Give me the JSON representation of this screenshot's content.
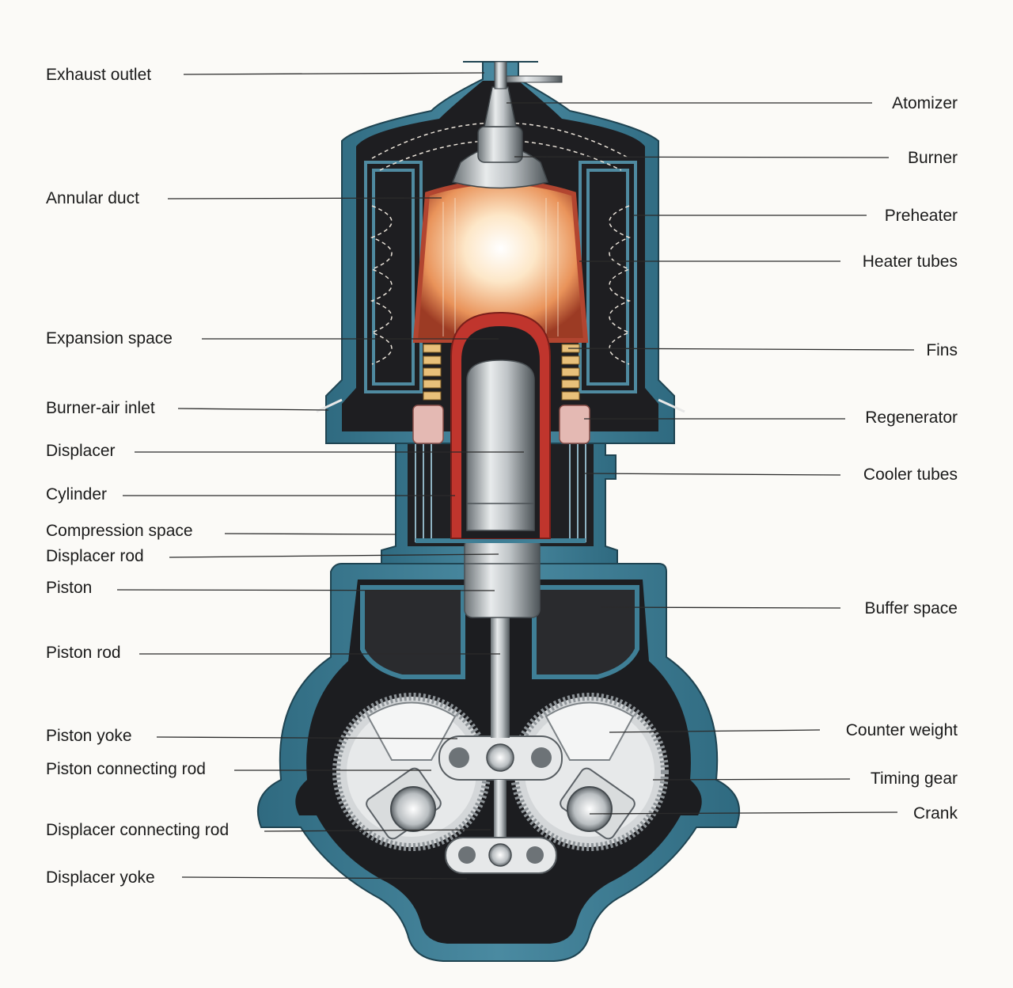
{
  "diagram": {
    "labels_left": [
      "Exhaust  outlet",
      "Annular duct",
      "Expansion space",
      "Burner-air inlet",
      "Displacer",
      "Cylinder",
      "Compression space",
      "Displacer rod",
      "Piston",
      "Piston rod",
      "Piston yoke",
      "Piston connecting rod",
      "Displacer connecting rod",
      "Displacer yoke"
    ],
    "labels_right": [
      "Atomizer",
      "Burner",
      "Preheater",
      "Heater tubes",
      "Fins",
      "Regenerator",
      "Cooler tubes",
      "Buffer space",
      "Counter weight",
      "Timing gear",
      "Crank"
    ],
    "colors": {
      "casing": "#3f7f96",
      "casing_dark": "#24505f",
      "interior": "#1a1a1c",
      "metal": "#c9cdd0",
      "flame": "#f0b27a",
      "hot_wall": "#c83a32",
      "fins": "#e8c07a"
    }
  }
}
